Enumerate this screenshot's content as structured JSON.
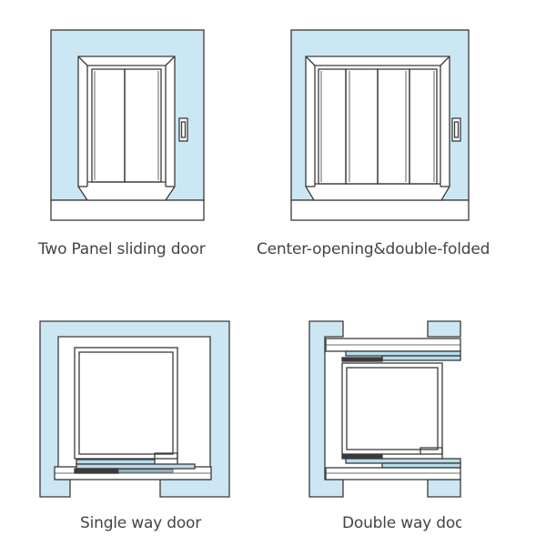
{
  "figures": [
    {
      "id": "two-panel",
      "caption": "Two Panel sliding door"
    },
    {
      "id": "center-opening",
      "caption": "Center-opening&double-folded"
    },
    {
      "id": "single-way",
      "caption": "Single way door"
    },
    {
      "id": "double-way",
      "caption": "Double way door"
    }
  ],
  "colors": {
    "wall": "#cbe7f3",
    "line": "#3a3a3a",
    "panel": "#ffffff",
    "track": "#b9dcea"
  }
}
